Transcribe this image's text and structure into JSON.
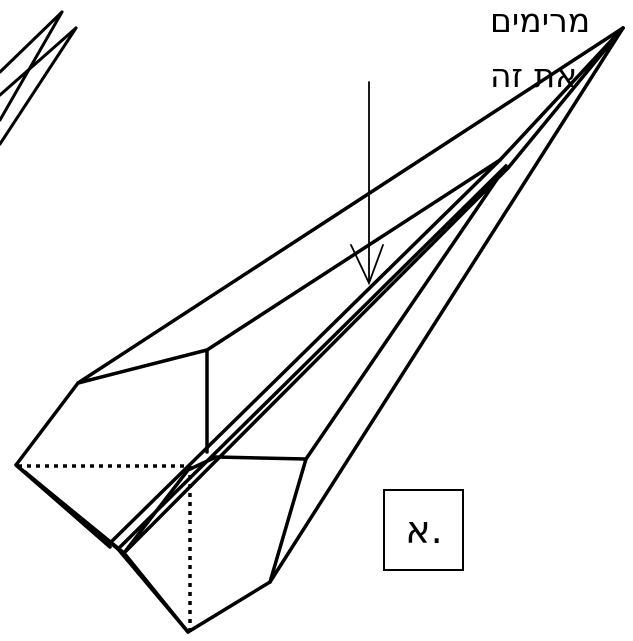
{
  "annotation": {
    "line1": "מרימים",
    "line2": "את זה"
  },
  "step_label": "א.",
  "colors": {
    "ink": "#000000",
    "paper": "#ffffff"
  }
}
